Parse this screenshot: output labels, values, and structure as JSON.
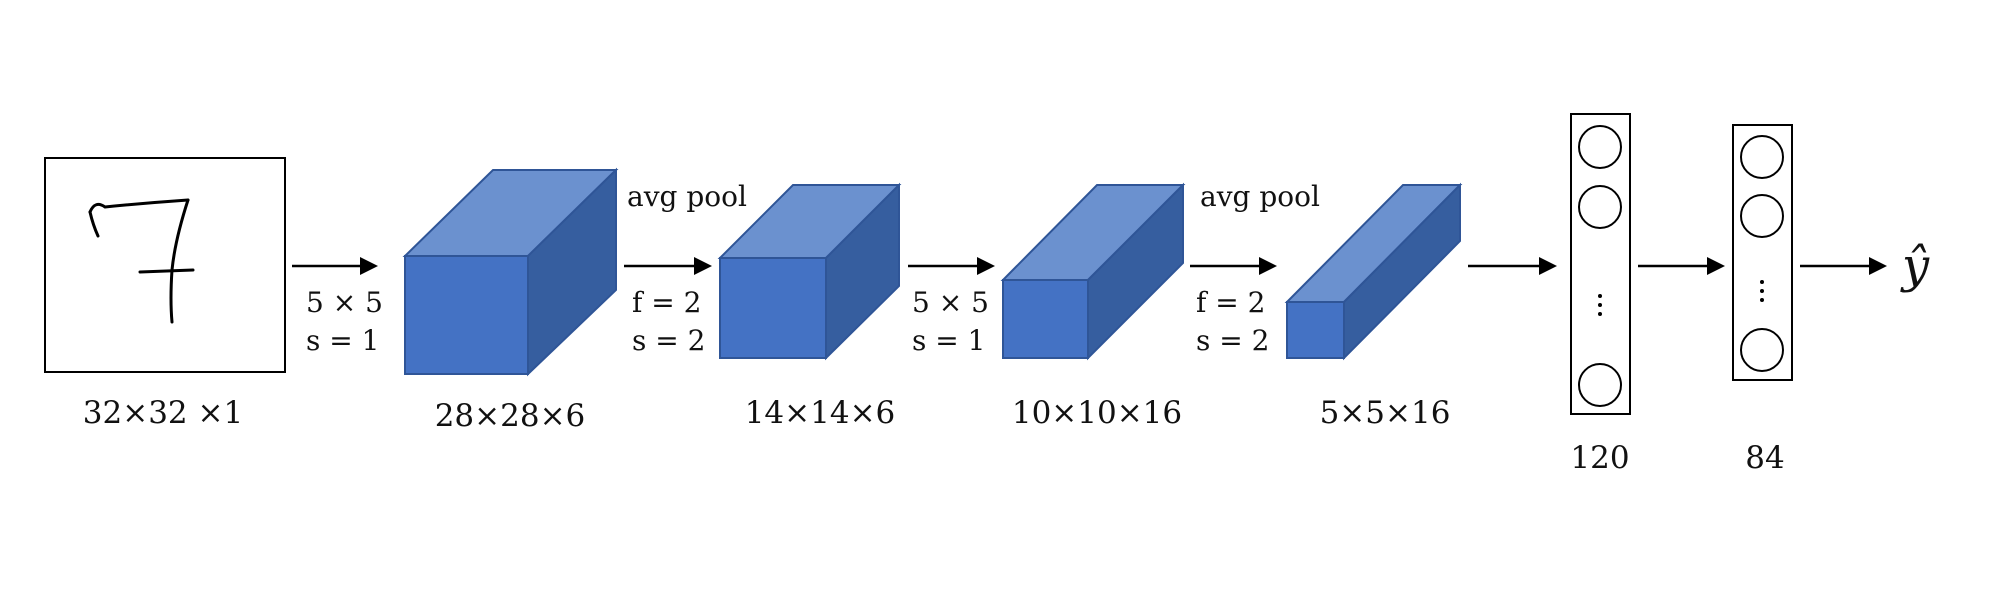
{
  "input": {
    "digit": "7",
    "label": "32×32 ×1"
  },
  "conv1": {
    "op_line1": "5 × 5",
    "op_line2": "s = 1",
    "label": "28×28×6"
  },
  "pool1": {
    "op_title": "avg pool",
    "op_line1": "f = 2",
    "op_line2": "s = 2",
    "label": "14×14×6"
  },
  "conv2": {
    "op_line1": "5 × 5",
    "op_line2": "s = 1",
    "label": "10×10×16"
  },
  "pool2": {
    "op_title": "avg pool",
    "op_line1": "f = 2",
    "op_line2": "s = 2",
    "label": "5×5×16"
  },
  "fc1": {
    "label": "120"
  },
  "fc2": {
    "label": "84"
  },
  "output": {
    "label": "ŷ"
  },
  "colors": {
    "box_front": "#4472c4",
    "box_top": "#6b91cf",
    "box_side": "#365e9f"
  }
}
